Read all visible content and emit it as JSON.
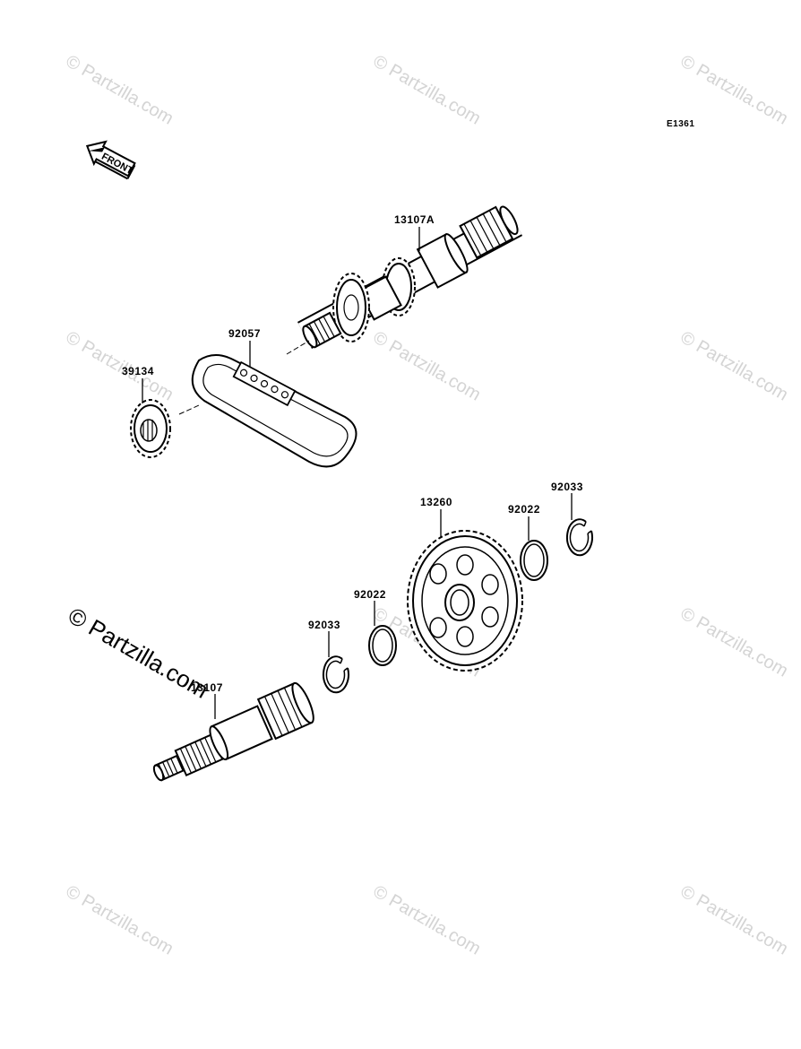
{
  "diagram": {
    "code": "E1361",
    "front_label": "FRONT",
    "watermark_text": "© Partzilla.com",
    "watermark_main": "© Partzilla.com",
    "parts": {
      "p13107A": "13107A",
      "p92057": "92057",
      "p39134": "39134",
      "p13260": "13260",
      "p92022a": "92022",
      "p92033a": "92033",
      "p92022b": "92022",
      "p92033b": "92033",
      "p13107": "13107"
    }
  }
}
